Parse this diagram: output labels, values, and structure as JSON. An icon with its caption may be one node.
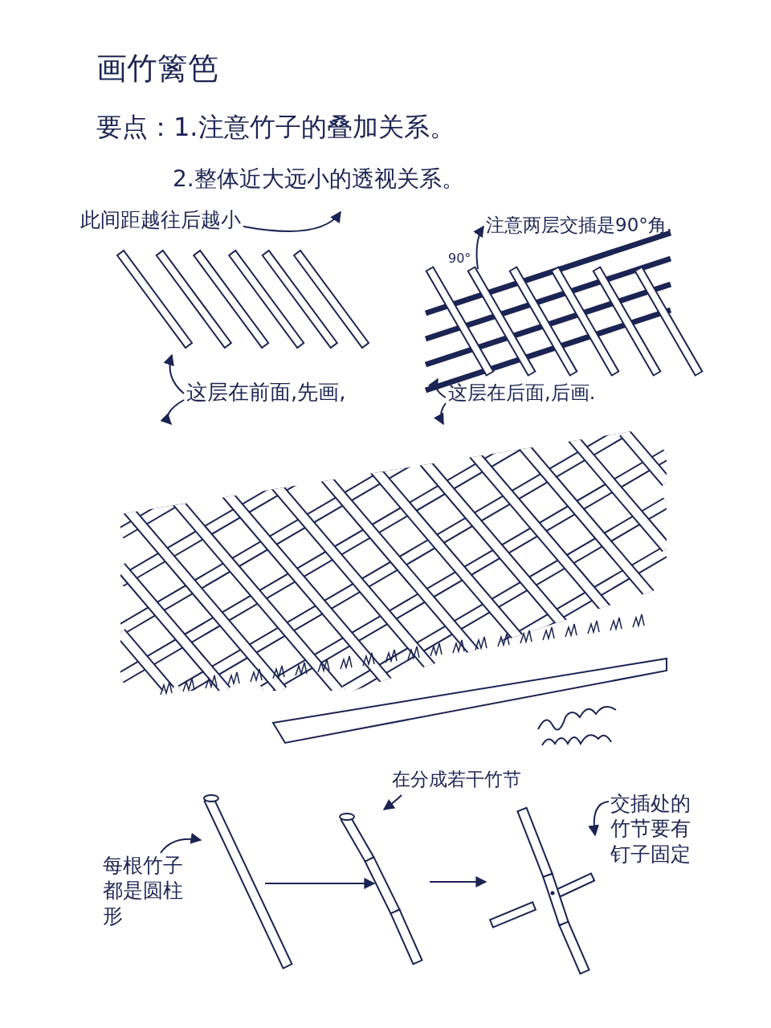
{
  "diagram": {
    "title": "画竹篱笆",
    "nodes": [
      {
        "text": [
          "此间距越往后越小"
        ]
      },
      {
        "text": [],
        "shape": "picture"
      },
      {
        "text": [
          "注意两层交插是90°角."
        ]
      },
      {
        "text": [],
        "shape": "picture"
      },
      {
        "text": [
          "这层在前面,先画,"
        ]
      },
      {
        "text": [
          "这层在后面,后画."
        ]
      },
      {
        "text": [],
        "shape": "picture"
      },
      {
        "text": [],
        "shape": "picture"
      },
      {
        "text": [
          "每根竹子都是圆柱形"
        ]
      },
      {
        "text": [
          "在分成若干竹节"
        ]
      },
      {
        "text": [],
        "shape": "picture"
      },
      {
        "text": [
          "交插处的竹节要有钉子固定"
        ]
      },
      {
        "text": [],
        "shape": "picture"
      }
    ],
    "edges": [
      {
        "from": 0,
        "to": null,
        "arrow": "to"
      },
      {
        "from": 3,
        "to": 2,
        "arrow": "to"
      },
      {
        "from": 4,
        "to": 1,
        "arrow": "to"
      },
      {
        "from": 4,
        "to": 6,
        "arrow": "to"
      },
      {
        "from": 5,
        "to": 3,
        "arrow": "to"
      },
      {
        "from": 5,
        "to": 6,
        "arrow": "to"
      },
      {
        "from": 8,
        "to": 7,
        "arrow": "to"
      },
      {
        "from": 9,
        "to": 10,
        "arrow": "to"
      },
      {
        "from": 11,
        "to": 12,
        "arrow": "to"
      },
      {
        "from": 7,
        "to": 10,
        "arrow": "to"
      },
      {
        "from": 10,
        "to": 12,
        "arrow": "to"
      }
    ],
    "labels": [
      "要点：1.注意竹子的叠加关系。",
      "2.整体近大远小的透视关系。",
      "90°"
    ]
  }
}
